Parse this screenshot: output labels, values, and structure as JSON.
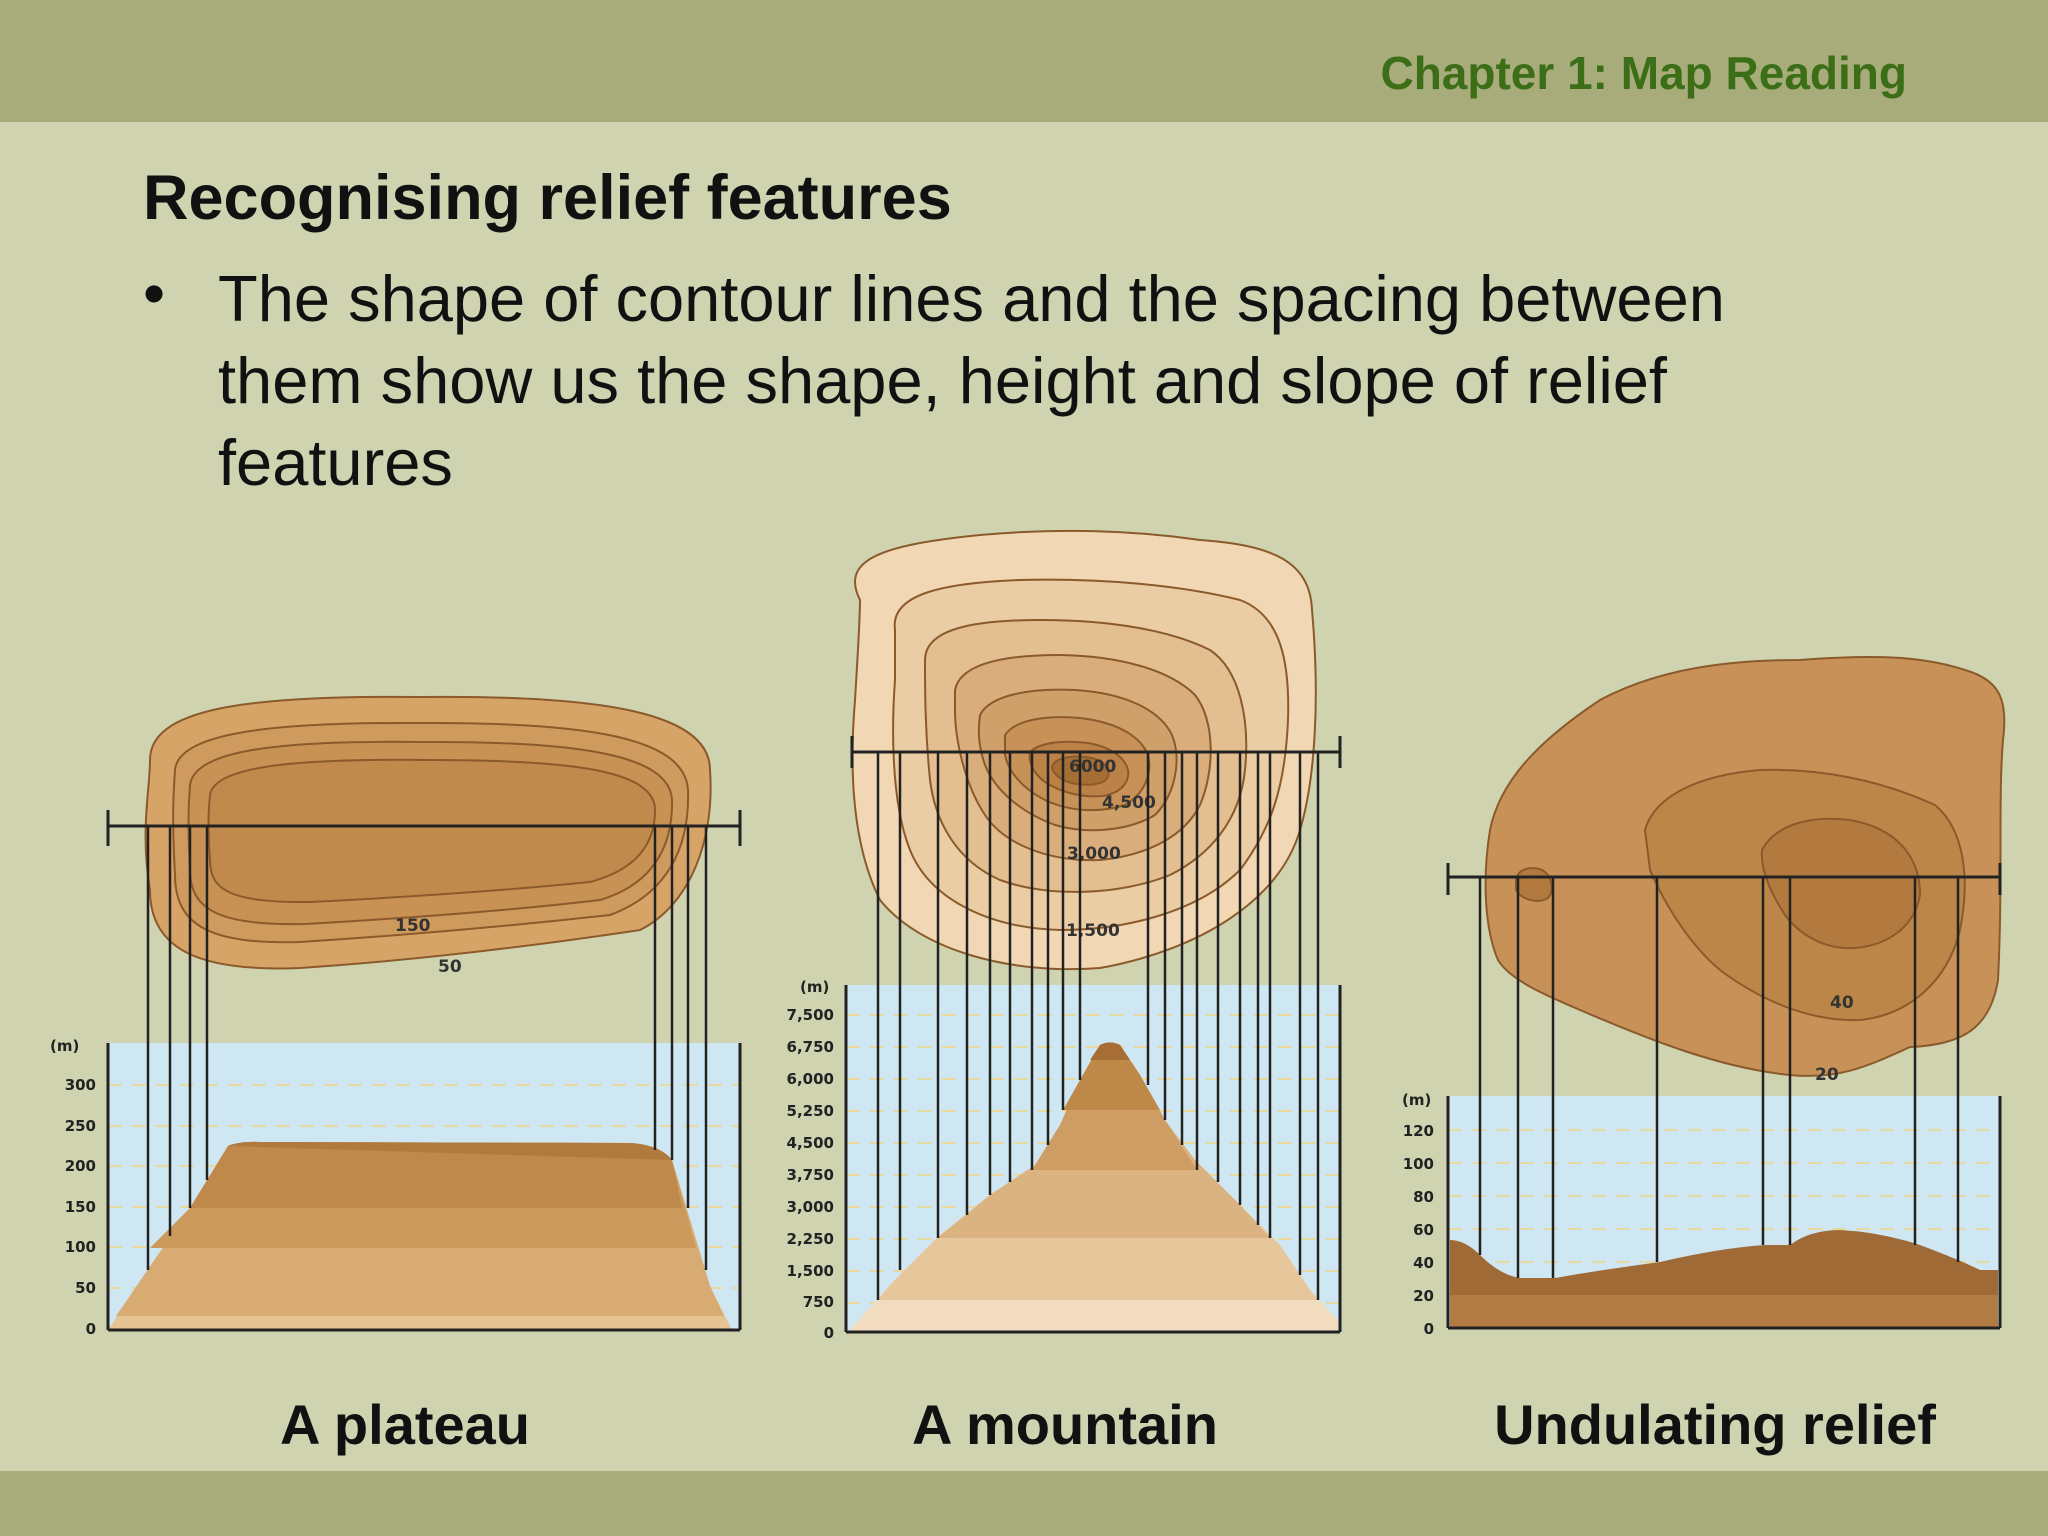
{
  "header": {
    "chapter": "Chapter 1: Map Reading"
  },
  "slide": {
    "heading": "Recognising relief features",
    "bullet_symbol": "•",
    "bullet_text": "The shape of contour lines and the spacing between them show us the shape, height and slope of relief features"
  },
  "diagrams": [
    {
      "caption": "A plateau",
      "unit": "(m)",
      "ticks": [
        "0",
        "50",
        "100",
        "150",
        "200",
        "250",
        "300"
      ],
      "contour_labels": [
        "150",
        "50"
      ]
    },
    {
      "caption": "A mountain",
      "unit": "(m)",
      "ticks": [
        "0",
        "750",
        "1,500",
        "2,250",
        "3,000",
        "3,750",
        "4,500",
        "5,250",
        "6,000",
        "6,750",
        "7,500"
      ],
      "contour_labels": [
        "6000",
        "4,500",
        "3,000",
        "1,500"
      ]
    },
    {
      "caption": "Undulating relief",
      "unit": "(m)",
      "ticks": [
        "0",
        "20",
        "40",
        "60",
        "80",
        "100",
        "120"
      ],
      "contour_labels": [
        "40",
        "20"
      ]
    }
  ],
  "colors": {
    "background": "#cfd3b0",
    "band": "#a8ac7a",
    "chapter_text": "#3c6e17",
    "sky": "#cfe7f3",
    "land_dark": "#a06a36",
    "land_light": "#efd6b0"
  }
}
